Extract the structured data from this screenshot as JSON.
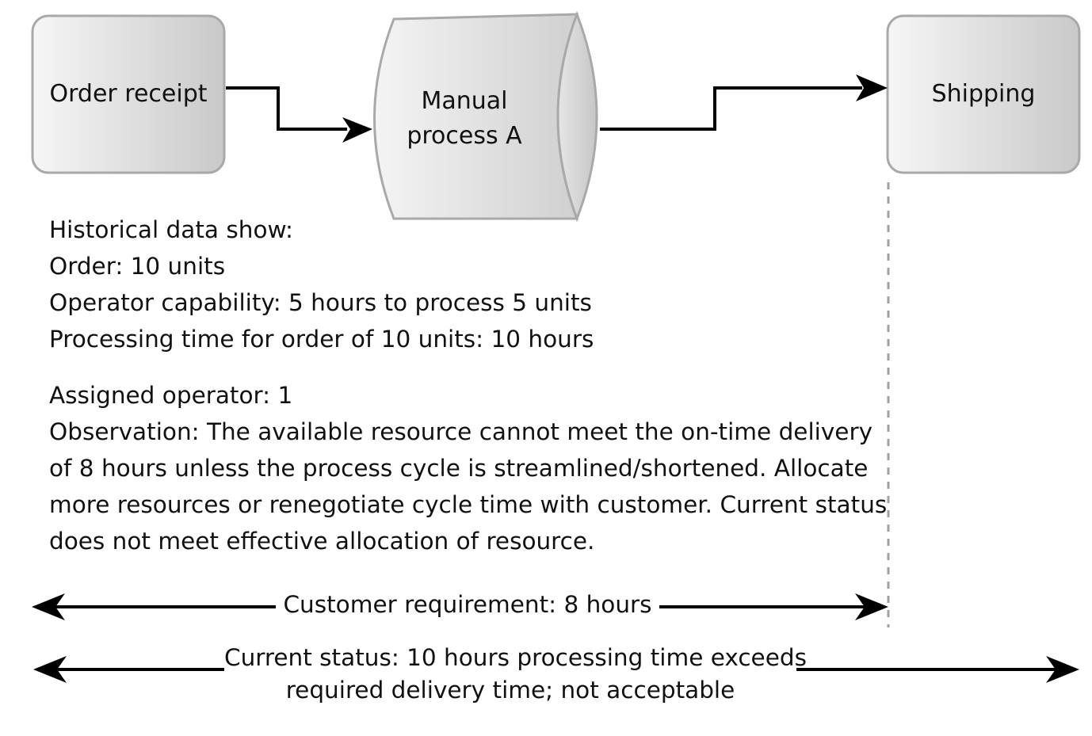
{
  "nodes": {
    "order_receipt": "Order receipt",
    "manual_process_line1": "Manual",
    "manual_process_line2": "process A",
    "shipping": "Shipping"
  },
  "notes": {
    "historical_heading": "Historical data show:",
    "order": "Order: 10 units",
    "operator_capability": "Operator capability: 5 hours to process 5 units",
    "processing_time": "Processing time for order of 10 units: 10 hours",
    "assigned_operator": "Assigned operator: 1",
    "observation_lines": [
      "Observation: The available resource cannot meet the on-time delivery",
      "of 8 hours unless the process cycle is streamlined/shortened. Allocate",
      "more resources or renegotiate cycle time with customer. Current status",
      "does not meet effective allocation of resource."
    ]
  },
  "dimensions": {
    "customer_requirement": "Customer requirement: 8 hours",
    "current_status_line1": "Current status: 10 hours processing time exceeds",
    "current_status_line2": "required delivery time; not acceptable"
  },
  "colors": {
    "box_fill_light": "#f4f4f4",
    "box_fill_dark": "#c8c8c8",
    "box_stroke": "#a9a9a9",
    "arrow": "#000000",
    "dashed_guide": "#a0a0a0"
  }
}
